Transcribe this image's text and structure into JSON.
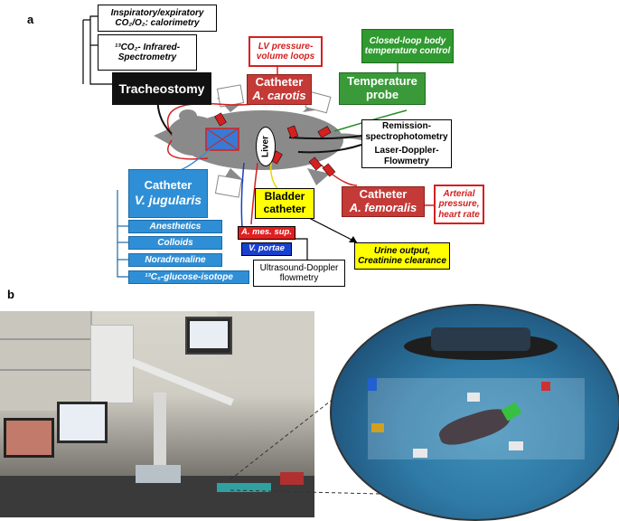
{
  "panel_a_label": "a",
  "panel_b_label": "b",
  "calorimetry_label": "Inspiratory/expiratory CO₂/O₂: calorimetry",
  "co2_label": "¹³CO₂- Infrared- Spectrometry",
  "tracheostomy_label": "Tracheostomy",
  "lv_pressure_label": "LV pressure- volume loops",
  "catheter_carotis_title": "Catheter",
  "catheter_carotis_vessel": "A. carotis",
  "body_temp_label": "Closed-loop body temperature control",
  "temp_probe_label": "Temperature probe",
  "remission_label": "Remission- spectrophotometry",
  "laser_doppler_label": "Laser-Doppler- Flowmetry",
  "liver_label": "Liver",
  "catheter_jugularis_title": "Catheter",
  "catheter_jugularis_vessel": "V. jugularis",
  "infusions": [
    "Anesthetics",
    "Colloids",
    "Noradrenaline",
    "¹³C₆-glucose-isotope"
  ],
  "bladder_label": "Bladder catheter",
  "catheter_femoralis_title": "Catheter",
  "catheter_femoralis_vessel": "A. femoralis",
  "arterial_label": "Arterial pressure, heart rate",
  "ames_label": "A. mes. sup.",
  "vportae_label": "V. portae",
  "ultrasound_label": "Ultrasound-Doppler flowmetry",
  "urine_label": "Urine output, Creatinine clearance",
  "colors": {
    "red": "#c43a37",
    "green": "#3a9a3a",
    "blue": "#2f8fd6",
    "yellow": "#ffff00",
    "black": "#111111"
  }
}
